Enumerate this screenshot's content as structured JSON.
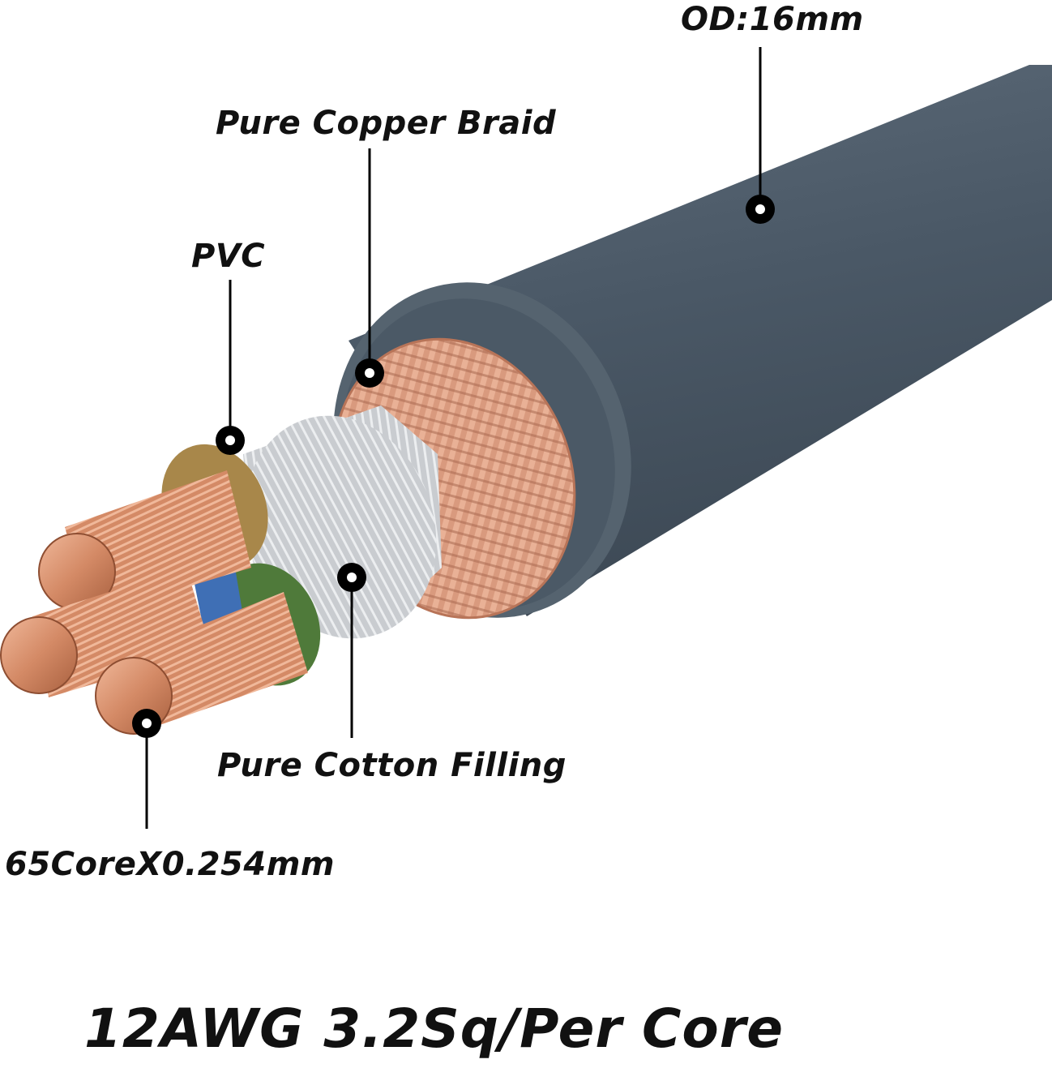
{
  "labels": {
    "od": "OD:16mm",
    "braid": "Pure Copper Braid",
    "pvc": "PVC",
    "filling": "Pure Cotton Filling",
    "cores": "65CoreX0.254mm"
  },
  "caption": "12AWG 3.2Sq/Per Core",
  "colors": {
    "jacket": "#4a5866",
    "jacket_light": "#5c6b79",
    "braid": "#d99a7e",
    "copper": "#d48a66",
    "pvc_brown": "#a8874a",
    "pvc_green": "#4f7a3a",
    "filling": "#c9ccd0",
    "leader": "#000000"
  }
}
